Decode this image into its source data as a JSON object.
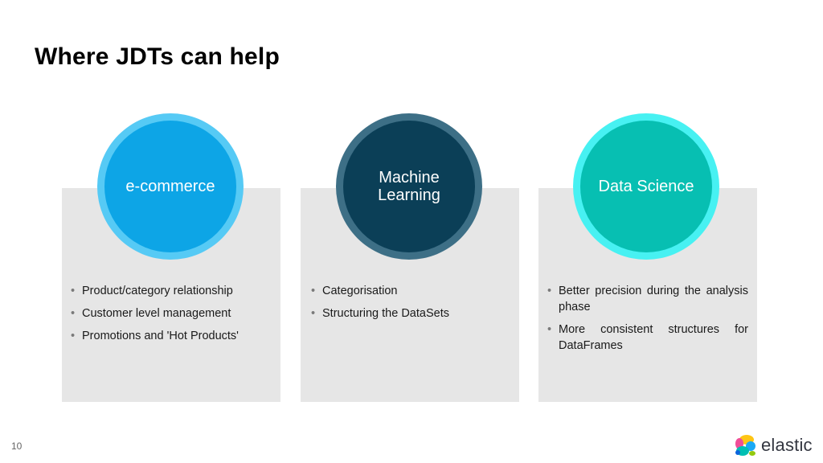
{
  "slide": {
    "title": "Where JDTs can help",
    "page_number": "10",
    "brand": "elastic"
  },
  "sections": [
    {
      "heading": "e-commerce",
      "bullets": [
        "Product/category relationship",
        "Customer level management",
        "Promotions and 'Hot Products'"
      ]
    },
    {
      "heading_line1": "Machine",
      "heading_line2": "Learning",
      "bullets": [
        "Categorisation",
        "Structuring the DataSets"
      ]
    },
    {
      "heading": "Data Science",
      "bullets": [
        "Better precision during the analysis phase",
        "More consistent structures for DataFrames"
      ]
    }
  ],
  "colors": {
    "ecommerce_inner": "#0da5e6",
    "ecommerce_ring": "#56caf5",
    "ml_inner": "#0b3f57",
    "ml_ring": "#3d6f86",
    "ds_inner": "#07bfb2",
    "ds_ring": "#47f1f2",
    "panel": "#e6e6e6"
  }
}
